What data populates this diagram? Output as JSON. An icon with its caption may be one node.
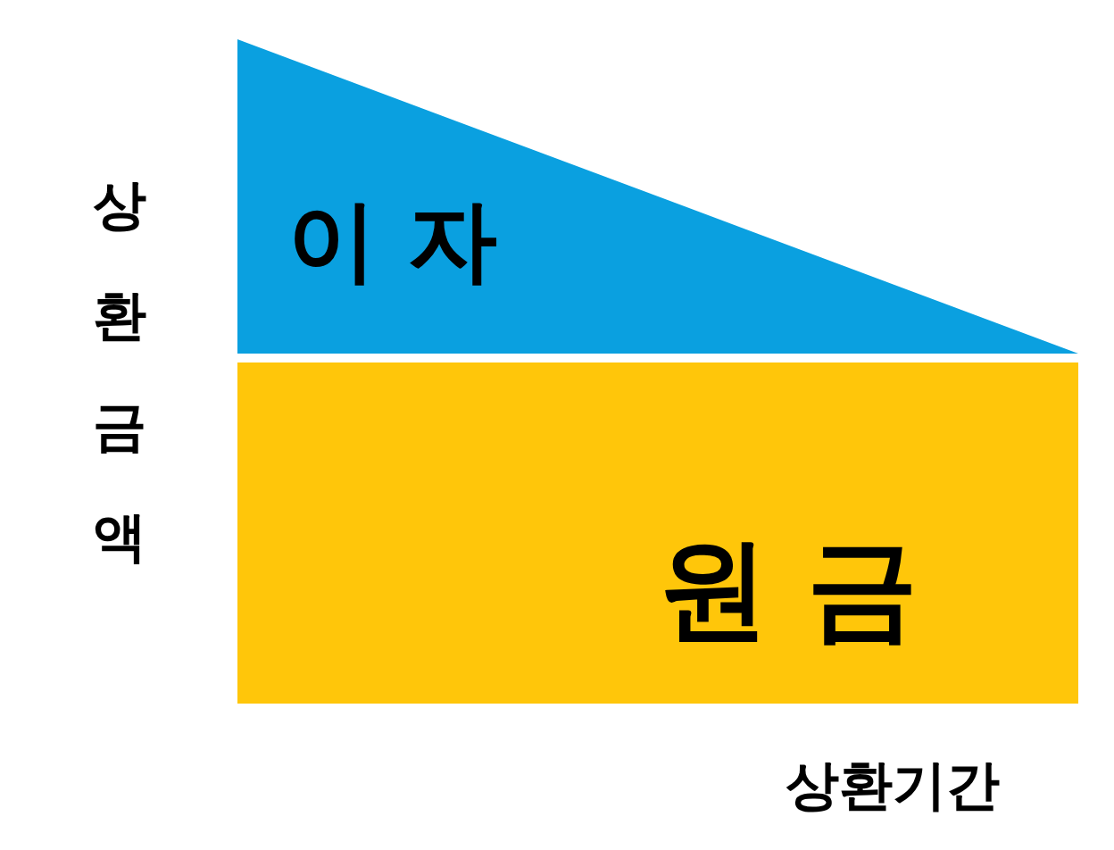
{
  "diagram": {
    "nodes": [
      {
        "text": [
          "이 자"
        ]
      },
      {
        "text": [
          "원 금"
        ]
      }
    ],
    "labels": [
      "상환금액",
      "상환기간"
    ]
  }
}
